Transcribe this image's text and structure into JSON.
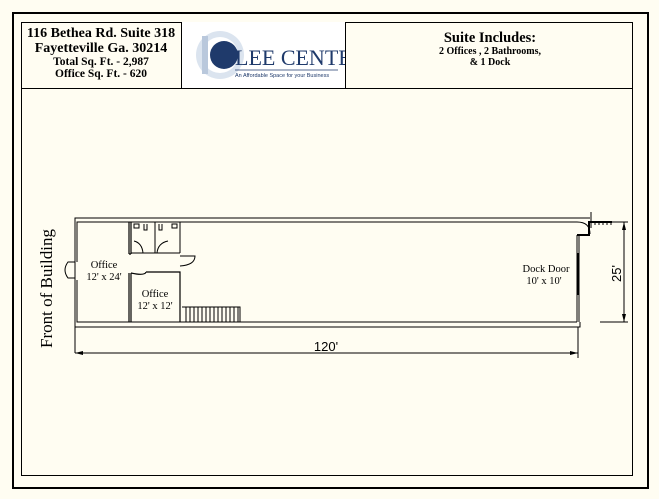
{
  "header": {
    "address_line1": "116 Bethea Rd. Suite 318",
    "address_line2": "Fayetteville Ga. 30214",
    "total_sqft": "Total Sq. Ft. - 2,987",
    "office_sqft": "Office Sq. Ft. - 620",
    "logo_name": "LEE CENTER",
    "logo_tagline": "An Affordable Space for your Business",
    "suite_title": "Suite Includes:",
    "suite_line1": "2 Offices , 2 Bathrooms,",
    "suite_line2": "& 1 Dock"
  },
  "plan": {
    "front_label": "Front of Building",
    "office1_name": "Office",
    "office1_size": "12' x 24'",
    "office2_name": "Office",
    "office2_size": "12' x 12'",
    "dock_name": "Dock Door",
    "dock_size": "10' x 10'",
    "length_dim": "120'",
    "width_dim": "25'"
  },
  "colors": {
    "background": "#fffdf2",
    "logo_blue": "#1f3a6b"
  }
}
